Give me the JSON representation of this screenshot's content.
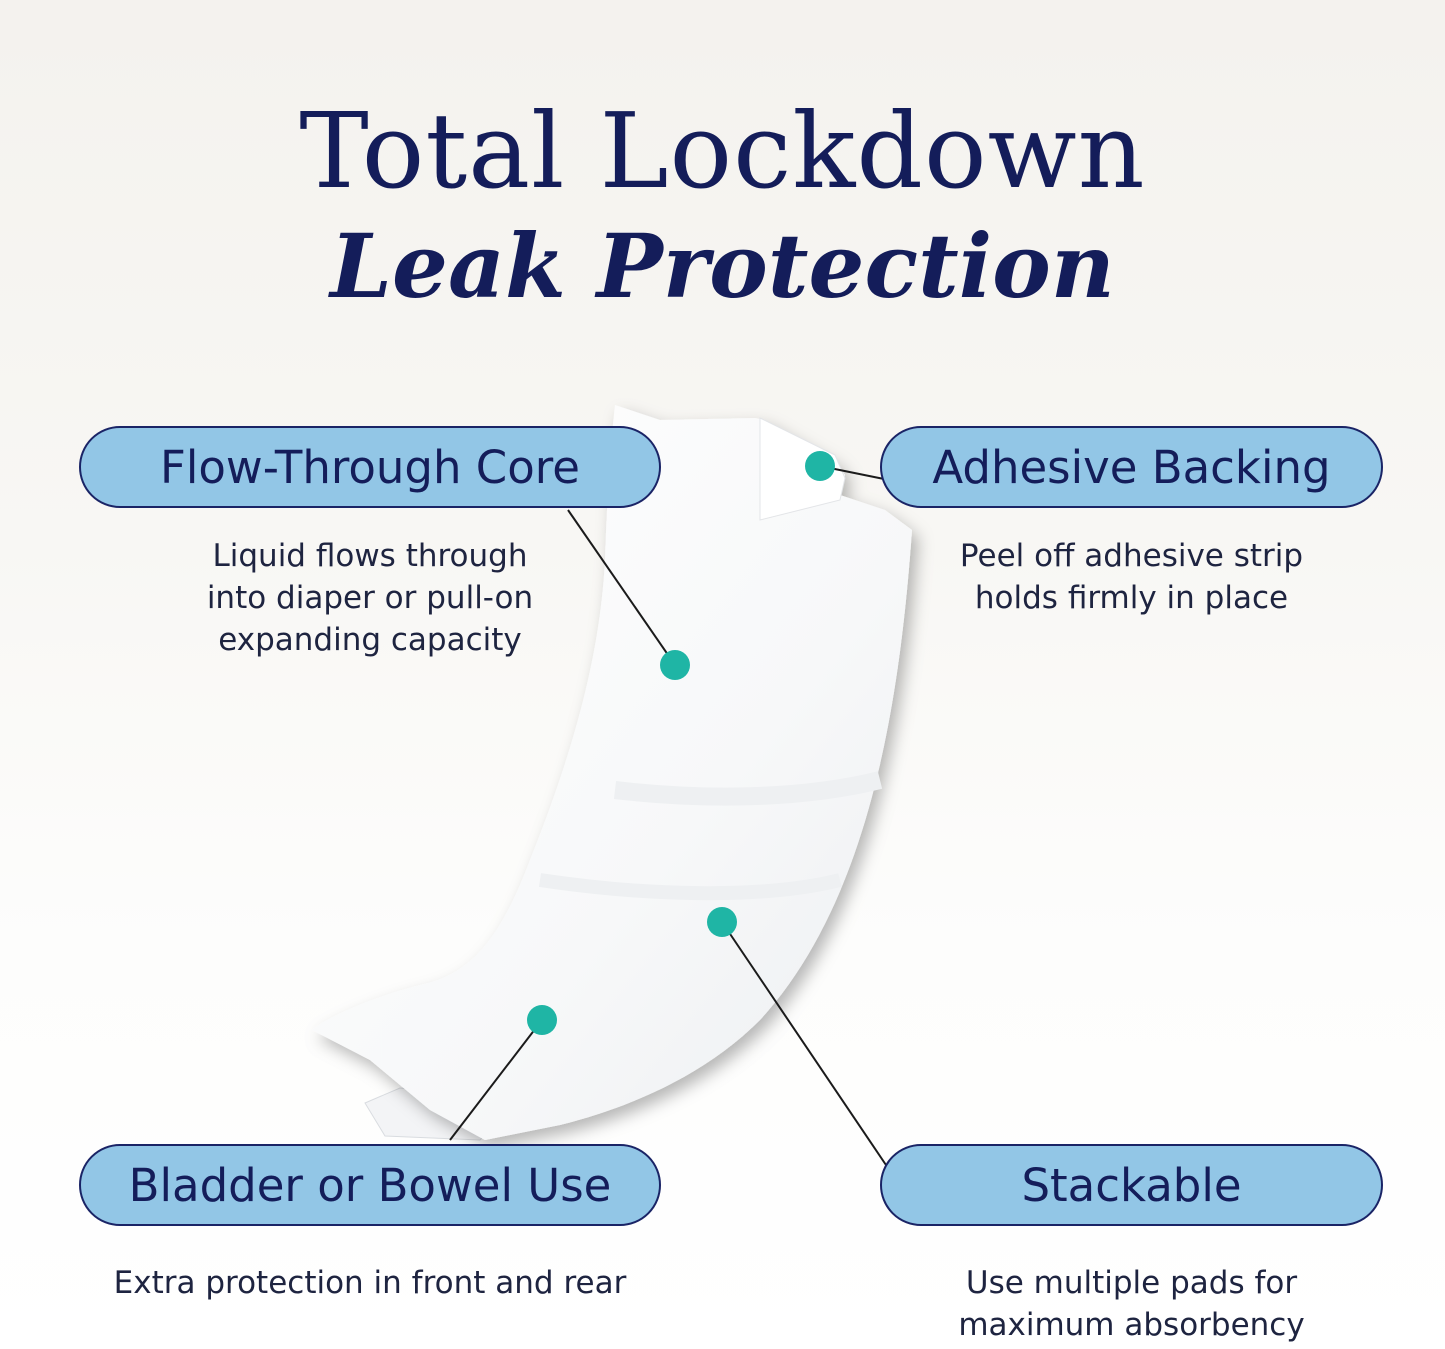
{
  "header": {
    "title": "Total Lockdown",
    "subtitle": "Leak Protection"
  },
  "features": {
    "flow_through": {
      "label": "Flow-Through Core",
      "desc": [
        "Liquid flows through",
        "into diaper or pull-on",
        "expanding capacity"
      ]
    },
    "adhesive": {
      "label": "Adhesive Backing",
      "desc": [
        "Peel off adhesive strip",
        "holds firmly in place"
      ]
    },
    "bladder": {
      "label": "Bladder or Bowel Use",
      "desc": [
        "Extra protection in front and rear"
      ]
    },
    "stackable": {
      "label": "Stackable",
      "desc": [
        "Use multiple pads for",
        "maximum absorbency"
      ]
    }
  },
  "colors": {
    "pill_fill": "#92c6e6",
    "pill_border": "#1a2466",
    "dot": "#1fb5a5",
    "text": "#141d5a"
  }
}
